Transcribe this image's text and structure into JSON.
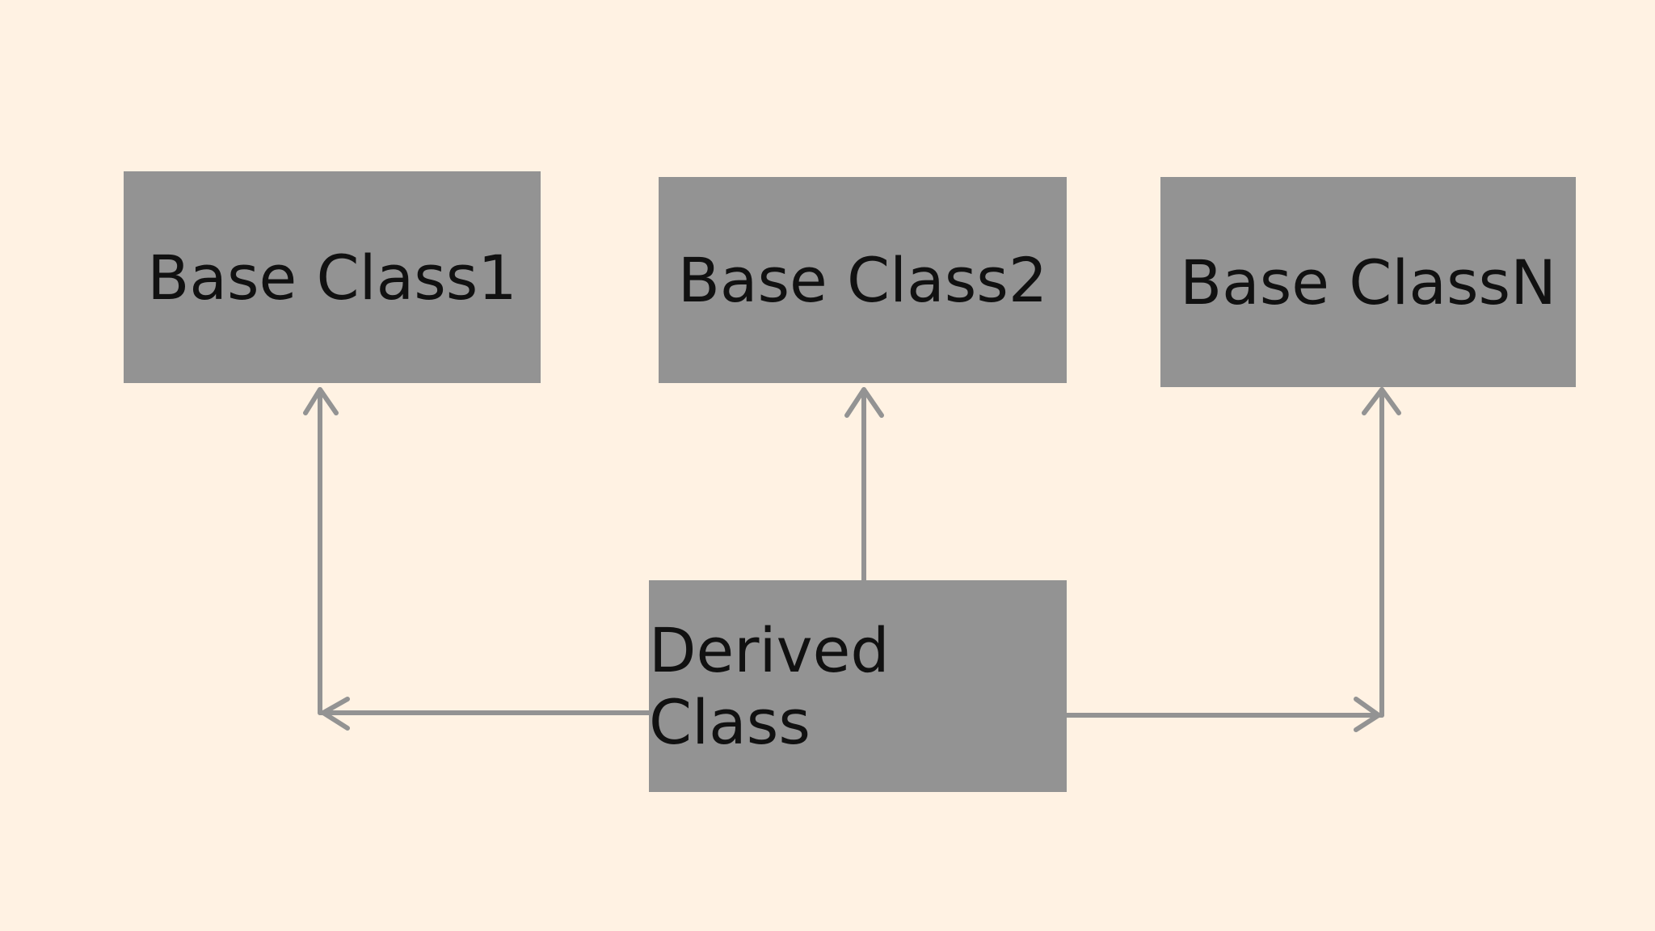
{
  "diagram": {
    "base_classes": [
      {
        "label": "Base Class1"
      },
      {
        "label": "Base Class2"
      },
      {
        "label": "Base ClassN"
      }
    ],
    "derived_class": {
      "label": "Derived Class"
    },
    "colors": {
      "background": "#fff2e3",
      "box_fill": "#939393",
      "connector": "#939393",
      "text": "#111111"
    }
  }
}
